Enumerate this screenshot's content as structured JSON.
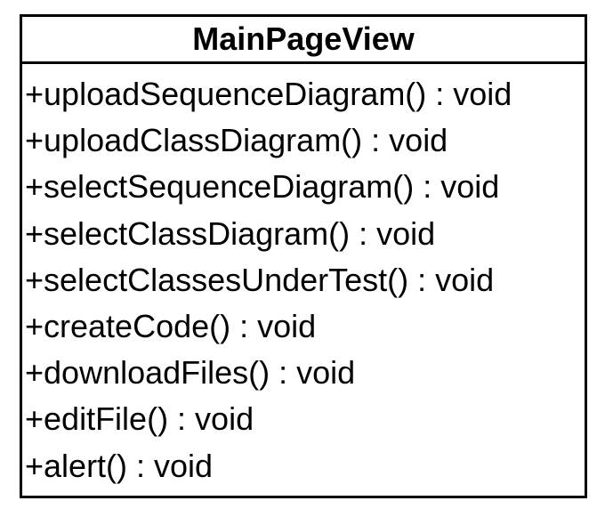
{
  "class_box": {
    "name": "MainPageView",
    "methods": [
      "+uploadSequenceDiagram() : void",
      "+uploadClassDiagram() : void",
      "+selectSequenceDiagram() : void",
      "+selectClassDiagram() : void",
      "+selectClassesUnderTest() : void",
      "+createCode() : void",
      "+downloadFiles() : void",
      "+editFile() : void",
      "+alert() : void"
    ]
  },
  "colors": {
    "border": "#000000",
    "background": "#ffffff",
    "text": "#000000"
  }
}
